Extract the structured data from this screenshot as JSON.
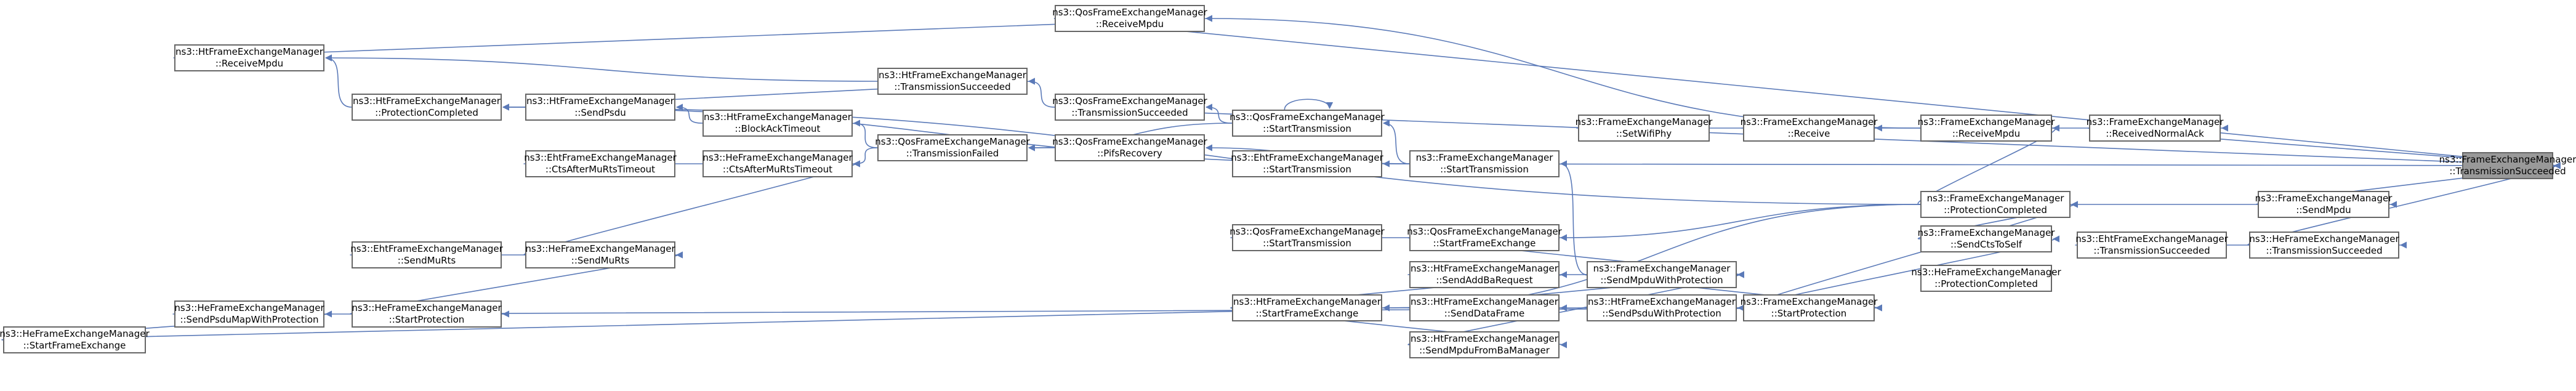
{
  "diagram_type": "call-graph",
  "colors": {
    "edge": "#5b7ab8",
    "node_border": "#666666",
    "root_fill": "#999999",
    "node_fill": "#ffffff"
  },
  "nodes": [
    {
      "id": "root",
      "class": "ns3::FrameExchangeManager",
      "method": "::TransmissionSucceeded",
      "root": true
    },
    {
      "id": "qos_receivempdu",
      "class": "ns3::QosFrameExchangeManager",
      "method": "::ReceiveMpdu"
    },
    {
      "id": "ht_receivempdu",
      "class": "ns3::HtFrameExchangeManager",
      "method": "::ReceiveMpdu"
    },
    {
      "id": "ht_txsucc",
      "class": "ns3::HtFrameExchangeManager",
      "method": "::TransmissionSucceeded"
    },
    {
      "id": "ht_protcompleted",
      "class": "ns3::HtFrameExchangeManager",
      "method": "::ProtectionCompleted"
    },
    {
      "id": "ht_sendpsdu",
      "class": "ns3::HtFrameExchangeManager",
      "method": "::SendPsdu"
    },
    {
      "id": "qos_txsucc",
      "class": "ns3::QosFrameExchangeManager",
      "method": "::TransmissionSucceeded"
    },
    {
      "id": "qos_starttx",
      "class": "ns3::QosFrameExchangeManager",
      "method": "::StartTransmission"
    },
    {
      "id": "ht_blockack",
      "class": "ns3::HtFrameExchangeManager",
      "method": "::BlockAckTimeout"
    },
    {
      "id": "qos_txfailed",
      "class": "ns3::QosFrameExchangeManager",
      "method": "::TransmissionFailed"
    },
    {
      "id": "qos_pifs",
      "class": "ns3::QosFrameExchangeManager",
      "method": "::PifsRecovery"
    },
    {
      "id": "eht_cts",
      "class": "ns3::EhtFrameExchangeManager",
      "method": "::CtsAfterMuRtsTimeout"
    },
    {
      "id": "he_cts",
      "class": "ns3::HeFrameExchangeManager",
      "method": "::CtsAfterMuRtsTimeout"
    },
    {
      "id": "eht_starttx",
      "class": "ns3::EhtFrameExchangeManager",
      "method": "::StartTransmission"
    },
    {
      "id": "fem_starttx",
      "class": "ns3::FrameExchangeManager",
      "method": "::StartTransmission"
    },
    {
      "id": "fem_setwifiphy",
      "class": "ns3::FrameExchangeManager",
      "method": "::SetWifiPhy"
    },
    {
      "id": "fem_receive",
      "class": "ns3::FrameExchangeManager",
      "method": "::Receive"
    },
    {
      "id": "fem_receivempdu",
      "class": "ns3::FrameExchangeManager",
      "method": "::ReceiveMpdu"
    },
    {
      "id": "fem_recvnormalack",
      "class": "ns3::FrameExchangeManager",
      "method": "::ReceivedNormalAck"
    },
    {
      "id": "fem_protcompleted",
      "class": "ns3::FrameExchangeManager",
      "method": "::ProtectionCompleted"
    },
    {
      "id": "fem_sendmpdu",
      "class": "ns3::FrameExchangeManager",
      "method": "::SendMpdu"
    },
    {
      "id": "eht_txsucc",
      "class": "ns3::EhtFrameExchangeManager",
      "method": "::TransmissionSucceeded"
    },
    {
      "id": "he_txsucc",
      "class": "ns3::HeFrameExchangeManager",
      "method": "::TransmissionSucceeded"
    },
    {
      "id": "fem_sendctstoself",
      "class": "ns3::FrameExchangeManager",
      "method": "::SendCtsToSelf"
    },
    {
      "id": "he_protcompleted",
      "class": "ns3::HeFrameExchangeManager",
      "method": "::ProtectionCompleted"
    },
    {
      "id": "fem_startprotection",
      "class": "ns3::FrameExchangeManager",
      "method": "::StartProtection"
    },
    {
      "id": "qos_starttx2",
      "class": "ns3::QosFrameExchangeManager",
      "method": "::StartTransmission"
    },
    {
      "id": "qos_startfe",
      "class": "ns3::QosFrameExchangeManager",
      "method": "::StartFrameExchange"
    },
    {
      "id": "ht_sendaddba",
      "class": "ns3::HtFrameExchangeManager",
      "method": "::SendAddBaRequest"
    },
    {
      "id": "fem_sendmpduwp",
      "class": "ns3::FrameExchangeManager",
      "method": "::SendMpduWithProtection"
    },
    {
      "id": "ht_startfe",
      "class": "ns3::HtFrameExchangeManager",
      "method": "::StartFrameExchange"
    },
    {
      "id": "ht_senddataframe",
      "class": "ns3::HtFrameExchangeManager",
      "method": "::SendDataFrame"
    },
    {
      "id": "ht_sendpsduwp",
      "class": "ns3::HtFrameExchangeManager",
      "method": "::SendPsduWithProtection"
    },
    {
      "id": "ht_sendmpdufromba",
      "class": "ns3::HtFrameExchangeManager",
      "method": "::SendMpduFromBaManager"
    },
    {
      "id": "eht_sendmurts",
      "class": "ns3::EhtFrameExchangeManager",
      "method": "::SendMuRts"
    },
    {
      "id": "he_sendmurts",
      "class": "ns3::HeFrameExchangeManager",
      "method": "::SendMuRts"
    },
    {
      "id": "he_startprotection",
      "class": "ns3::HeFrameExchangeManager",
      "method": "::StartProtection"
    },
    {
      "id": "he_sendpsdumap",
      "class": "ns3::HeFrameExchangeManager",
      "method": "::SendPsduMapWithProtection"
    },
    {
      "id": "he_startfe",
      "class": "ns3::HeFrameExchangeManager",
      "method": "::StartFrameExchange"
    }
  ],
  "edges": [
    [
      "qos_receivempdu",
      "root"
    ],
    [
      "fem_recvnormalack",
      "root"
    ],
    [
      "fem_sendmpdu",
      "root"
    ],
    [
      "he_txsucc",
      "root"
    ],
    [
      "qos_txsucc",
      "root"
    ],
    [
      "ht_receivempdu",
      "qos_receivempdu"
    ],
    [
      "fem_receivempdu",
      "qos_receivempdu"
    ],
    [
      "fem_receivempdu",
      "fem_recvnormalack"
    ],
    [
      "fem_receive",
      "fem_receivempdu"
    ],
    [
      "fem_setwifiphy",
      "fem_receive"
    ],
    [
      "ht_txsucc",
      "ht_receivempdu"
    ],
    [
      "ht_protcompleted",
      "ht_receivempdu"
    ],
    [
      "qos_txsucc",
      "ht_txsucc"
    ],
    [
      "ht_sendpsdu",
      "ht_txsucc"
    ],
    [
      "ht_sendpsdu",
      "ht_protcompleted"
    ],
    [
      "ht_blockack",
      "ht_sendpsdu"
    ],
    [
      "qos_starttx",
      "qos_txsucc"
    ],
    [
      "qos_starttx",
      "qos_starttx"
    ],
    [
      "fem_starttx",
      "qos_starttx"
    ],
    [
      "qos_starttx",
      "qos_txfailed"
    ],
    [
      "qos_pifs",
      "qos_txfailed"
    ],
    [
      "qos_txfailed",
      "ht_blockack"
    ],
    [
      "qos_txfailed",
      "he_cts"
    ],
    [
      "fem_starttx",
      "qos_pifs"
    ],
    [
      "eht_cts",
      "he_cts"
    ],
    [
      "fem_starttx",
      "eht_starttx"
    ],
    [
      "fem_starttx",
      "root"
    ],
    [
      "fem_starttx",
      "ht_protcompleted"
    ],
    [
      "fem_sendmpduwp",
      "fem_starttx"
    ],
    [
      "fem_protcompleted",
      "fem_receivempdu"
    ],
    [
      "fem_protcompleted",
      "fem_sendmpdu"
    ],
    [
      "fem_protcompleted",
      "ht_protcompleted"
    ],
    [
      "fem_protcompleted",
      "qos_startfe"
    ],
    [
      "fem_protcompleted",
      "ht_startfe"
    ],
    [
      "eht_txsucc",
      "he_txsucc"
    ],
    [
      "fem_sendctstoself",
      "fem_protcompleted"
    ],
    [
      "fem_startprotection",
      "fem_sendctstoself"
    ],
    [
      "fem_startprotection",
      "fem_protcompleted"
    ],
    [
      "fem_sendmpduwp",
      "fem_startprotection"
    ],
    [
      "ht_sendpsduwp",
      "fem_startprotection"
    ],
    [
      "he_startprotection",
      "fem_startprotection"
    ],
    [
      "qos_starttx2",
      "qos_startfe"
    ],
    [
      "qos_startfe",
      "fem_sendmpduwp"
    ],
    [
      "ht_sendaddba",
      "fem_sendmpduwp"
    ],
    [
      "ht_senddataframe",
      "fem_sendmpduwp"
    ],
    [
      "ht_sendmpdufromba",
      "fem_sendmpduwp"
    ],
    [
      "ht_startfe",
      "ht_sendaddba"
    ],
    [
      "ht_startfe",
      "ht_senddataframe"
    ],
    [
      "ht_startfe",
      "ht_sendmpdufromba"
    ],
    [
      "ht_senddataframe",
      "ht_sendpsduwp"
    ],
    [
      "he_startfe",
      "ht_startfe"
    ],
    [
      "he_sendmurts",
      "he_cts"
    ],
    [
      "eht_sendmurts",
      "he_sendmurts"
    ],
    [
      "he_startprotection",
      "he_sendmurts"
    ],
    [
      "he_sendpsdumap",
      "he_startprotection"
    ],
    [
      "he_startfe",
      "he_sendpsdumap"
    ]
  ]
}
